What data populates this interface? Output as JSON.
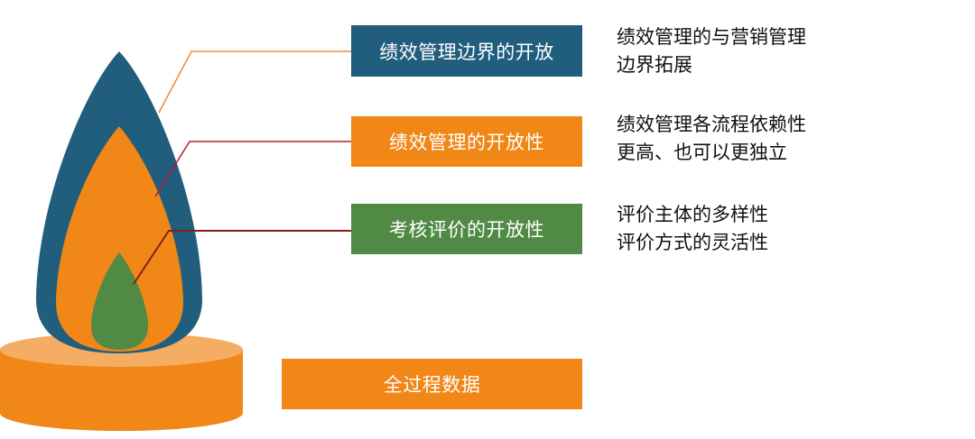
{
  "colors": {
    "blue": "#215e7d",
    "orange": "#f08717",
    "green": "#518a45",
    "base_top": "#f5ac63",
    "leader_orange": "#ed8a3a",
    "leader_red": "#b01e2c",
    "leader_darkred": "#8b1c1c"
  },
  "layers": [
    {
      "label": "绩效管理边界的开放",
      "description": [
        "绩效管理的与营销管理",
        "边界拓展"
      ],
      "color": "blue"
    },
    {
      "label": "绩效管理的开放性",
      "description": [
        "绩效管理各流程依赖性",
        "更高、也可以更独立"
      ],
      "color": "orange"
    },
    {
      "label": "考核评价的开放性",
      "description": [
        "评价主体的多样性",
        "评价方式的灵活性"
      ],
      "color": "green"
    }
  ],
  "base": {
    "label": "全过程数据",
    "color": "orange"
  }
}
